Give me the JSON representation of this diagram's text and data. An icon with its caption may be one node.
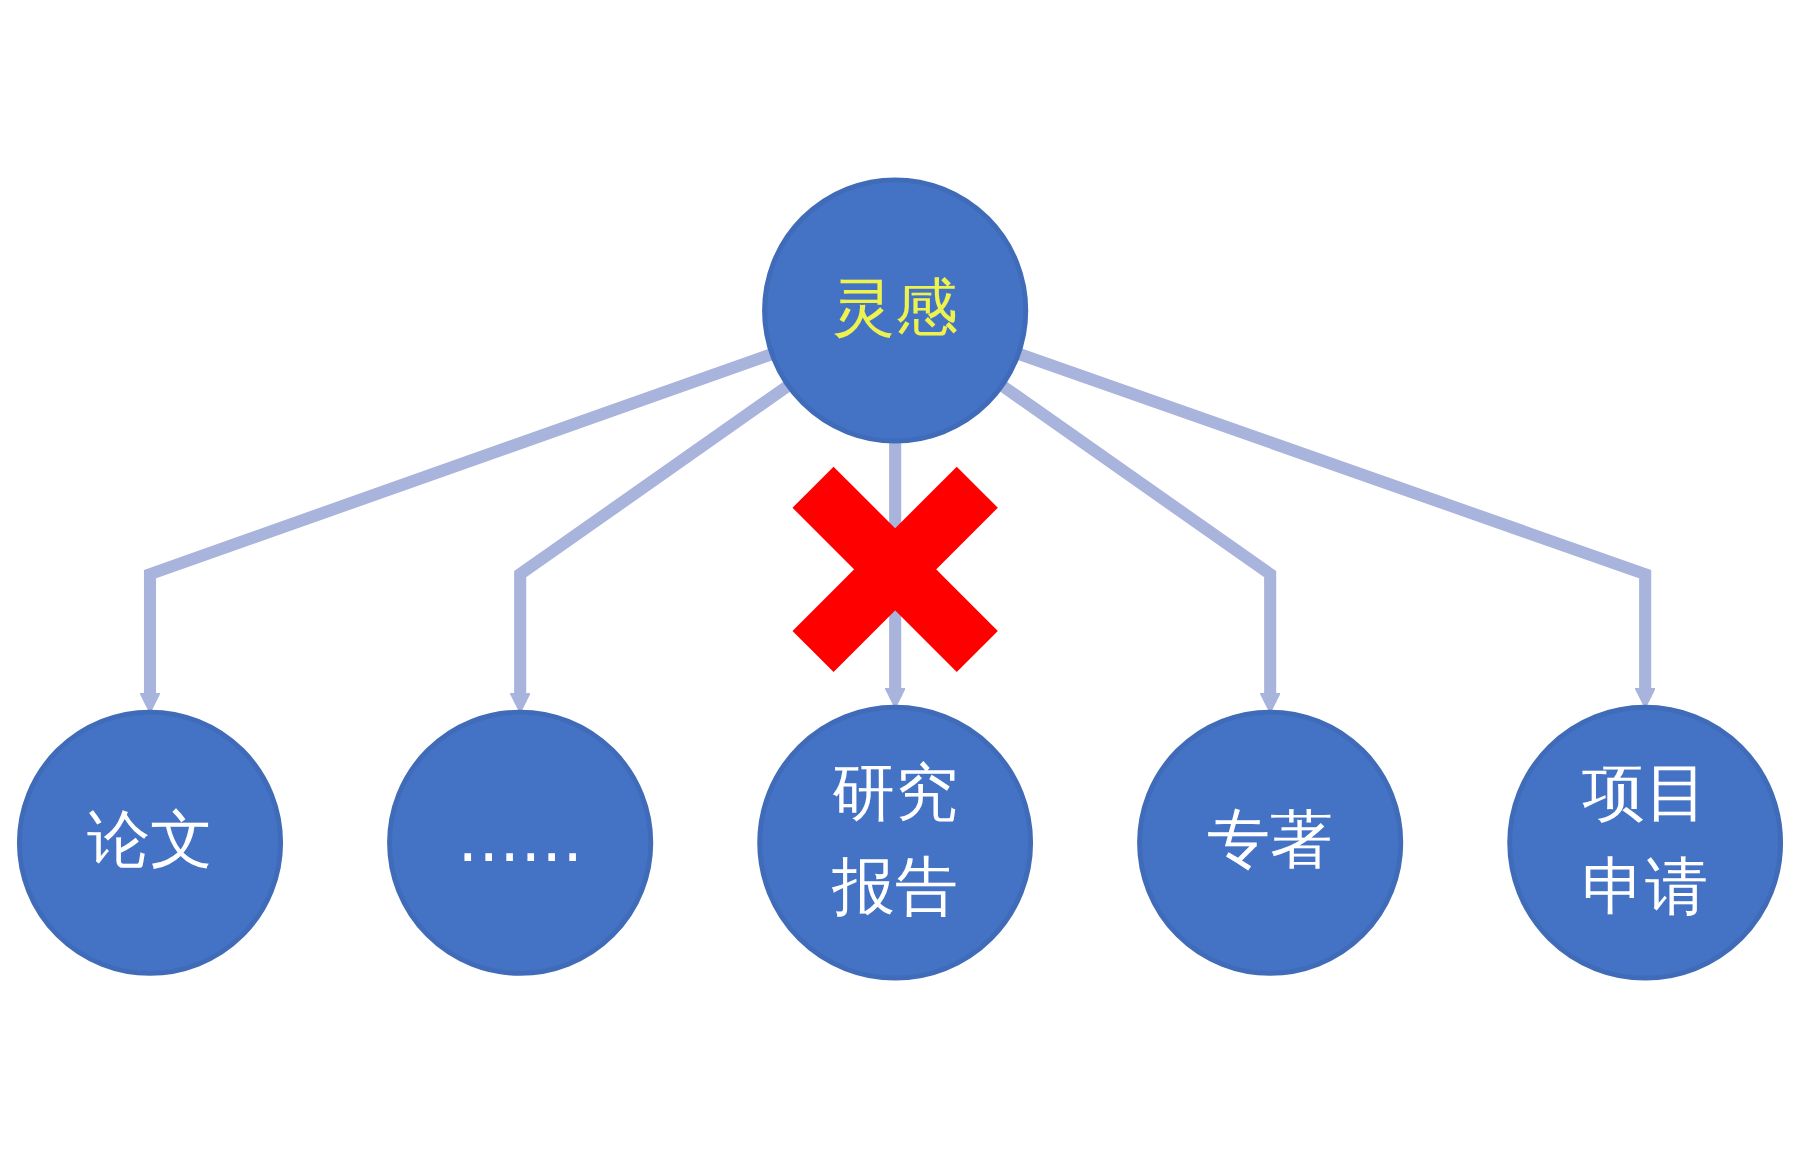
{
  "diagram": {
    "nodes": [
      {
        "text": [
          "论文"
        ]
      },
      {
        "text": [
          "项目申请"
        ]
      },
      {
        "text": [
          "灵感"
        ]
      },
      {
        "text": [
          "……"
        ]
      },
      {
        "text": [
          "专著"
        ]
      },
      {
        "text": [
          "研究报告"
        ]
      }
    ],
    "edges": [
      {
        "from": 2,
        "to": 0,
        "arrow": "to"
      },
      {
        "from": 2,
        "to": 3,
        "arrow": "to"
      },
      {
        "from": 2,
        "to": 5,
        "arrow": "to"
      },
      {
        "from": 2,
        "to": 4,
        "arrow": "to"
      },
      {
        "from": 2,
        "to": 1,
        "arrow": "to"
      }
    ]
  }
}
